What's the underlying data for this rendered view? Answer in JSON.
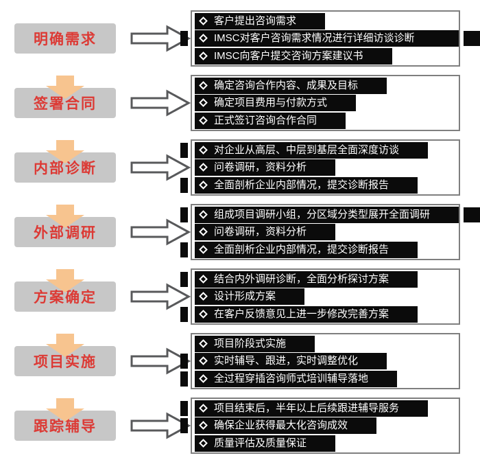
{
  "colors": {
    "step_box_bg": "#c7c7c7",
    "step_label_text": "#dc3a35",
    "highlight_bg": "#0b0b0b",
    "highlight_text": "#ffffff",
    "down_arrow": "#f7c48f",
    "right_arrow_fill": "#ffffff",
    "right_arrow_outline": "#58595b",
    "detail_box_border": "#7f7f7f"
  },
  "icons": {
    "bullet": "diamond-in-square-icon",
    "down_arrow": "down-block-arrow-icon",
    "right_arrow": "right-block-arrow-icon"
  },
  "steps": [
    {
      "label": "明确需求",
      "items": [
        {
          "text": "客户提出咨询需求",
          "bar": ""
        },
        {
          "text": "IMSC对客户咨询需求情况进行详细访谈诊断",
          "bar": "left right"
        },
        {
          "text": "IMSC向客户提交咨询方案建议书",
          "bar": ""
        }
      ]
    },
    {
      "label": "签署合同",
      "items": [
        {
          "text": "确定咨询合作内容、成果及目标",
          "bar": ""
        },
        {
          "text": "确定项目费用与付款方式",
          "bar": ""
        },
        {
          "text": "正式签订咨询合作合同",
          "bar": ""
        }
      ]
    },
    {
      "label": "内部诊断",
      "items": [
        {
          "text": "对企业从高层、中层到基层全面深度访谈",
          "bar": "left"
        },
        {
          "text": "问卷调研，资料分析",
          "bar": ""
        },
        {
          "text": "全面剖析企业内部情况，提交诊断报告",
          "bar": "left"
        }
      ]
    },
    {
      "label": "外部调研",
      "items": [
        {
          "text": "组成项目调研小组，分区域分类型展开全面调研",
          "bar": "left right"
        },
        {
          "text": "问卷调研，资料分析",
          "bar": ""
        },
        {
          "text": "全面剖析企业内部情况，提交诊断报告",
          "bar": "left"
        }
      ]
    },
    {
      "label": "方案确定",
      "items": [
        {
          "text": "结合内外调研诊断，全面分析探讨方案",
          "bar": "left"
        },
        {
          "text": "设计形成方案",
          "bar": ""
        },
        {
          "text": "在客户反馈意见上进一步修改完善方案",
          "bar": "left"
        }
      ]
    },
    {
      "label": "项目实施",
      "items": [
        {
          "text": "项目阶段式实施",
          "bar": ""
        },
        {
          "text": "实时辅导、跟进，实时调整优化",
          "bar": "left"
        },
        {
          "text": "全过程穿插咨询师式培训辅导落地",
          "bar": "left"
        }
      ]
    },
    {
      "label": "跟踪辅导",
      "items": [
        {
          "text": "项目结束后，半年以上后续跟进辅导服务",
          "bar": "left"
        },
        {
          "text": "确保企业获得最大化咨询成效",
          "bar": "left"
        },
        {
          "text": "质量评估及质量保证",
          "bar": ""
        }
      ]
    }
  ]
}
